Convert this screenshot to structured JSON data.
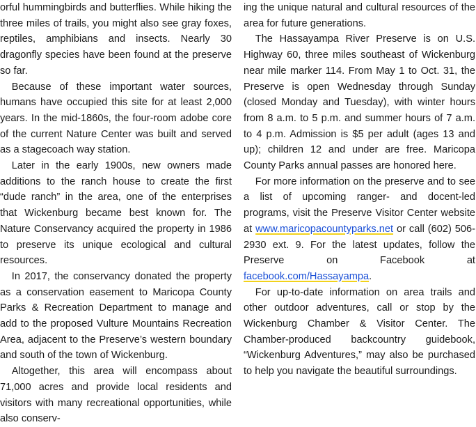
{
  "left_column": [
    "orful hummingbirds and butterflies. While hiking the three miles of trails, you might also see gray foxes, reptiles, amphibians and insects. Nearly 30 dragonfly species have been found at the preserve so far.",
    "Because of these important water sources, humans have occupied this site for at least 2,000 years. In the mid-1860s, the four-room adobe core of the current Nature Center was built and served as a stagecoach way station.",
    "Later in the early 1900s, new owners made additions to the ranch house to create the first “dude ranch” in the area, one of the enterprises that Wickenburg became best known for. The Nature Conservancy acquired the property in 1986 to preserve its unique ecological and cultural resources.",
    "In 2017, the conservancy donated the property as a conservation easement to Maricopa County Parks & Recreation Department to manage and add to the proposed Vulture Mountains Recreation Area, adjacent to the Preserve’s western boundary and south of the town of Wickenburg.",
    "Altogether, this area will encompass about 71,000 acres and provide local residents and visitors with many recreational opportunities, while also conserv-"
  ],
  "right_column": {
    "p1": "ing the unique natural and cultural resources of the area for future generations.",
    "p2": "The Hassayampa River Preserve is on U.S. Highway 60, three miles southeast of Wickenburg near mile marker 114. From May 1 to Oct. 31, the Preserve is open Wednesday through Sunday (closed Monday and Tuesday), with winter hours from 8 a.m. to 5 p.m. and summer hours of 7 a.m. to 4 p.m. Admission is $5 per adult (ages 13 and up); children 12 and under are free. Maricopa County Parks annual passes are honored here.",
    "p3_a": "For more information on the preserve and to see a list of upcoming ranger- and docent-led programs, visit the Preserve Visitor Center website at ",
    "p3_link1": "www.maricopacountyparks.net",
    "p3_b": " or call (602) 506-2930 ext. 9. For the latest updates, follow the Preserve on Facebook at ",
    "p3_link2": "facebook.com/Hassayampa",
    "p3_c": ".",
    "p4": "For up-to-date information on area trails and other outdoor adventures, call or stop by the Wickenburg Chamber & Visitor Center. The Chamber-produced backcountry guidebook, “Wickenburg Adventures,” may also be purchased to help you navigate the beautiful surroundings."
  },
  "colors": {
    "text": "#1a1a1a",
    "link": "#1a4fd6",
    "link_underline": "#f2d21b"
  }
}
